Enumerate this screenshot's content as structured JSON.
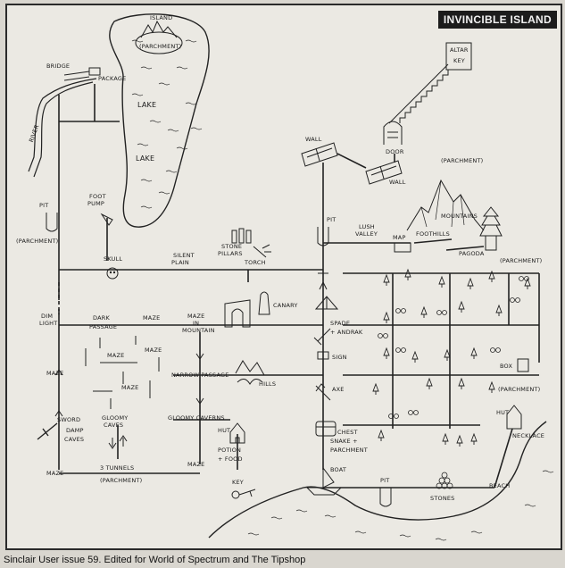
{
  "title": "INVINCIBLE ISLAND",
  "credit": "Sinclair User issue 59. Edited for World of Spectrum and The Tipshop",
  "colors": {
    "paper": "#ebe9e3",
    "ink": "#222222",
    "banner": "#1c1c1c"
  },
  "labels": {
    "island": "ISLAND",
    "parchment_island": "(PARCHMENT)",
    "altar": "ALTAR",
    "key_altar": "KEY",
    "bridge": "BRIDGE",
    "package": "PACKAGE",
    "river": "RIVER",
    "lake1": "LAKE",
    "lake2": "LAKE",
    "wall1": "WALL",
    "door": "DOOR",
    "wall2": "WALL",
    "parchment_mtn": "(PARCHMENT)",
    "mountains": "MOUNTAINS",
    "pit_left": "PIT",
    "foot_pump": "FOOT",
    "foot_pump2": "PUMP",
    "parchment_left": "(PARCHMENT)",
    "pit_mid": "PIT",
    "lush_valley": "LUSH",
    "lush_valley2": "VALLEY",
    "map": "MAP",
    "foothills": "FOOTHILLS",
    "pagoda": "PAGODA",
    "parchment_pagoda": "(PARCHMENT)",
    "stone_pillars": "STONE",
    "stone_pillars2": "PILLARS",
    "silent_plain": "SILENT",
    "silent_plain2": "PLAIN",
    "torch": "TORCH",
    "skull": "SKULL",
    "canary": "CANARY",
    "dim_light": "DIM",
    "dim_light2": "LIGHT",
    "dark_passage": "DARK",
    "dark_passage2": "PASSAGE",
    "maze1": "MAZE",
    "maze_in_mountain": "MAZE",
    "maze_in_mountain2": "IN",
    "maze_in_mountain3": "MOUNTAIN",
    "spade": "SPADE",
    "andrak": "+ ANDRAK",
    "maze2": "MAZE",
    "maze3": "MAZE",
    "sign": "SIGN",
    "maze4": "MAZE",
    "narrow_passage": "NARROW PASSAGE",
    "maze5": "MAZE",
    "hills": "HILLS",
    "axe": "AXE",
    "box": "BOX",
    "parchment_box": "(PARCHMENT)",
    "sword": "SWORD",
    "gloomy_caves": "GLOOMY",
    "gloomy_caves2": "CAVES",
    "gloomy_caverns": "GLOOMY CAVERNS",
    "damp_caves": "DAMP",
    "damp_caves2": "CAVES",
    "hut_mid": "HUT",
    "potion": "POTION",
    "potion2": "+ FOOD",
    "chest": "CHEST",
    "chest2": "SNAKE +",
    "chest3": "PARCHMENT",
    "hut_right": "HUT",
    "necklace": "NECKLACE",
    "maze6": "MAZE",
    "three_tunnels": "3 TUNNELS",
    "maze7": "MAZE",
    "parchment_tunnels": "(PARCHMENT)",
    "key": "KEY",
    "boat": "BOAT",
    "pit_bottom": "PIT",
    "stones": "STONES",
    "beach": "BEACH"
  }
}
